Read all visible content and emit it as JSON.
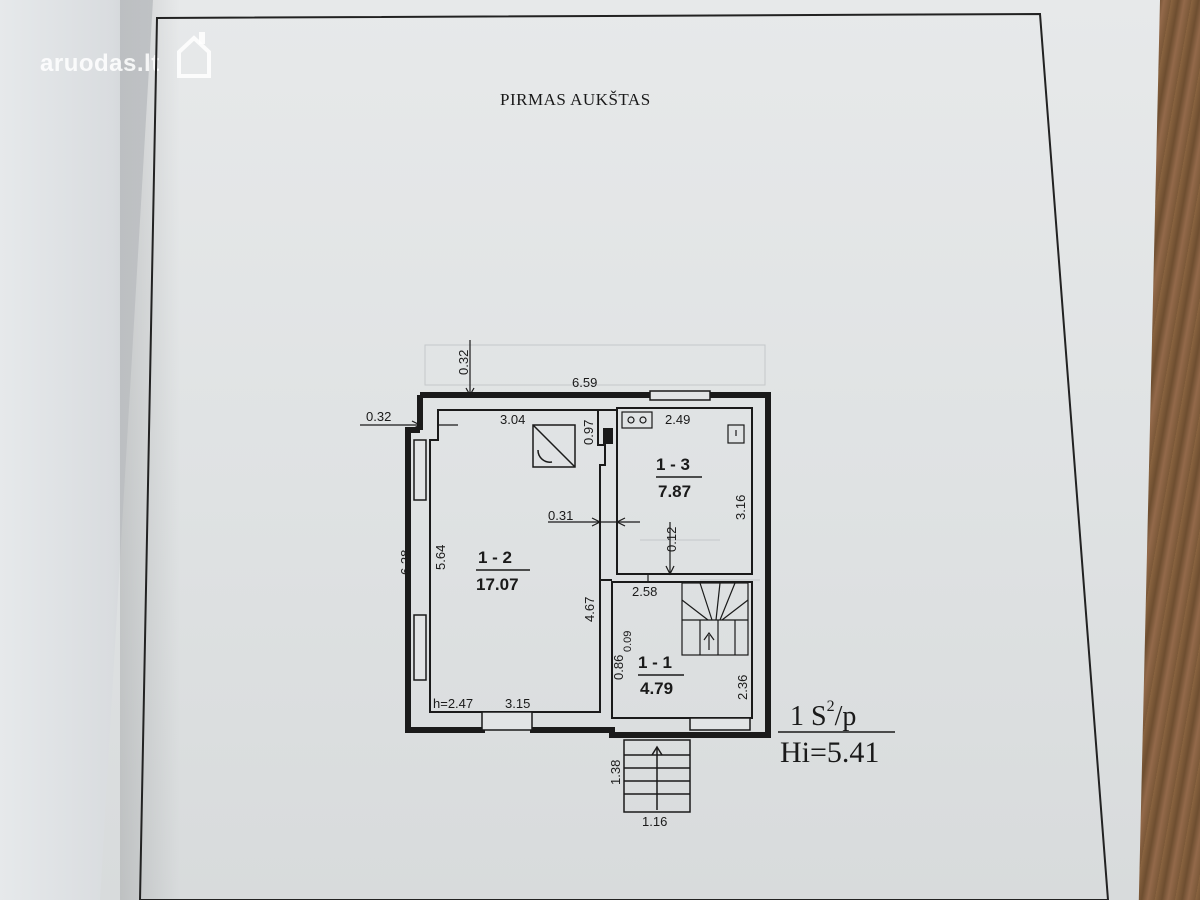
{
  "watermark": {
    "text": "aruodas.lt"
  },
  "floor_title": "PIRMAS AUKŠTAS",
  "rooms": [
    {
      "id": "1 - 2",
      "area": "17.07"
    },
    {
      "id": "1 - 3",
      "area": "7.87"
    },
    {
      "id": "1 - 1",
      "area": "4.79"
    }
  ],
  "dimensions": {
    "top_wall_thickness": "0.32",
    "left_wall_thickness": "0.32",
    "overall_width": "6.59",
    "room12_width_top": "3.04",
    "room12_width_bottom": "3.15",
    "chimney": "0.97",
    "room13_width": "2.49",
    "room13_height": "3.16",
    "partition": "0.31",
    "partition_small": "0.12",
    "overall_height": "6.28",
    "room12_height": "5.64",
    "room12_inner_height": "4.67",
    "room11_width": "2.58",
    "room11_small_a": "0.09",
    "room11_small_b": "0.86",
    "room11_height": "2.36",
    "ceiling_height": "h=2.47",
    "stairs_length": "1.38",
    "stairs_width": "1.16"
  },
  "legend": {
    "scale_num": "1 S",
    "scale_sup": "2",
    "scale_den": "/p",
    "hi": "Hi=5.41"
  },
  "colors": {
    "ink": "#1a1a1a",
    "paper": "#e2e4e5"
  }
}
